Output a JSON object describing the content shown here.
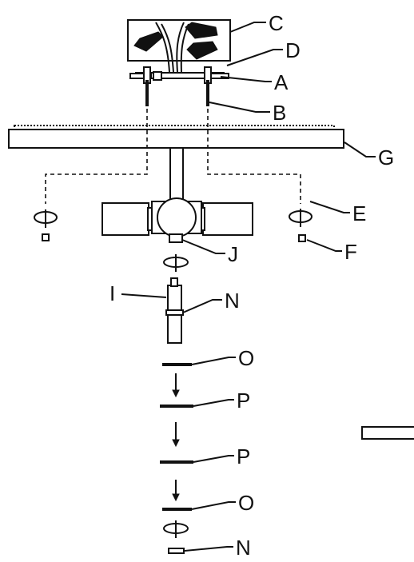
{
  "labels": {
    "A": "A",
    "B": "B",
    "C": "C",
    "D": "D",
    "E": "E",
    "F": "F",
    "G": "G",
    "I": "I",
    "J": "J",
    "N": "N",
    "O": "O",
    "P": "P"
  },
  "colors": {
    "line": "#111111",
    "background": "#ffffff"
  }
}
